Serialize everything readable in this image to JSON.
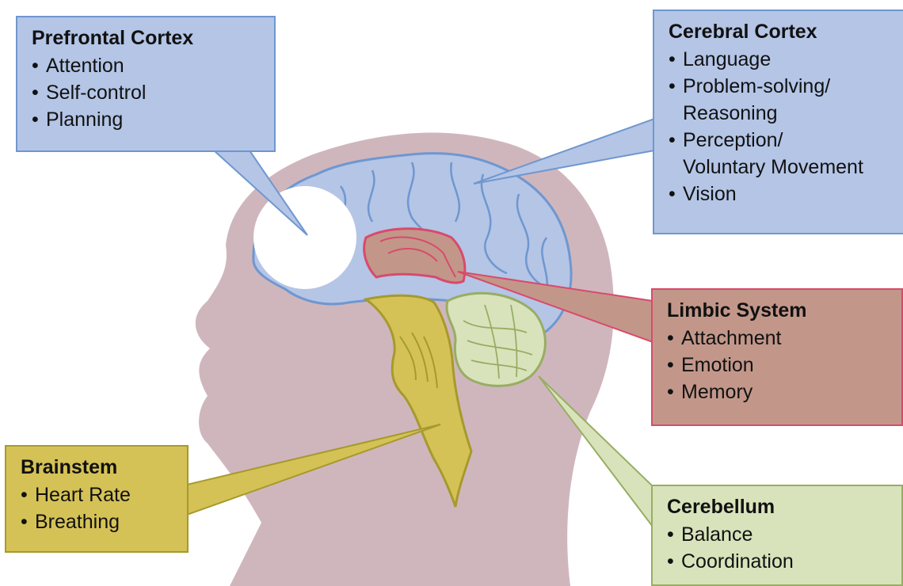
{
  "colors": {
    "head": "#cfb6bd",
    "cortex_fill": "#b4c5e6",
    "cortex_stroke": "#6f97cf",
    "limbic_fill": "#c2978a",
    "limbic_stroke": "#d94a6a",
    "brainstem_fill": "#d5c257",
    "brainstem_stroke": "#a69a2c",
    "cerebellum_fill": "#d8e3bc",
    "cerebellum_stroke": "#98ad63"
  },
  "callouts": {
    "prefrontal": {
      "title": "Prefrontal Cortex",
      "items": [
        "Attention",
        "Self-control",
        "Planning"
      ]
    },
    "cerebral": {
      "title": "Cerebral Cortex",
      "items": [
        "Language",
        "Problem-solving/",
        "Reasoning",
        "Perception/",
        "Voluntary Movement",
        "Vision"
      ]
    },
    "limbic": {
      "title": "Limbic System",
      "items": [
        "Attachment",
        "Emotion",
        "Memory"
      ]
    },
    "brainstem": {
      "title": "Brainstem",
      "items": [
        "Heart Rate",
        "Breathing"
      ]
    },
    "cerebellum": {
      "title": "Cerebellum",
      "items": [
        "Balance",
        "Coordination"
      ]
    }
  }
}
